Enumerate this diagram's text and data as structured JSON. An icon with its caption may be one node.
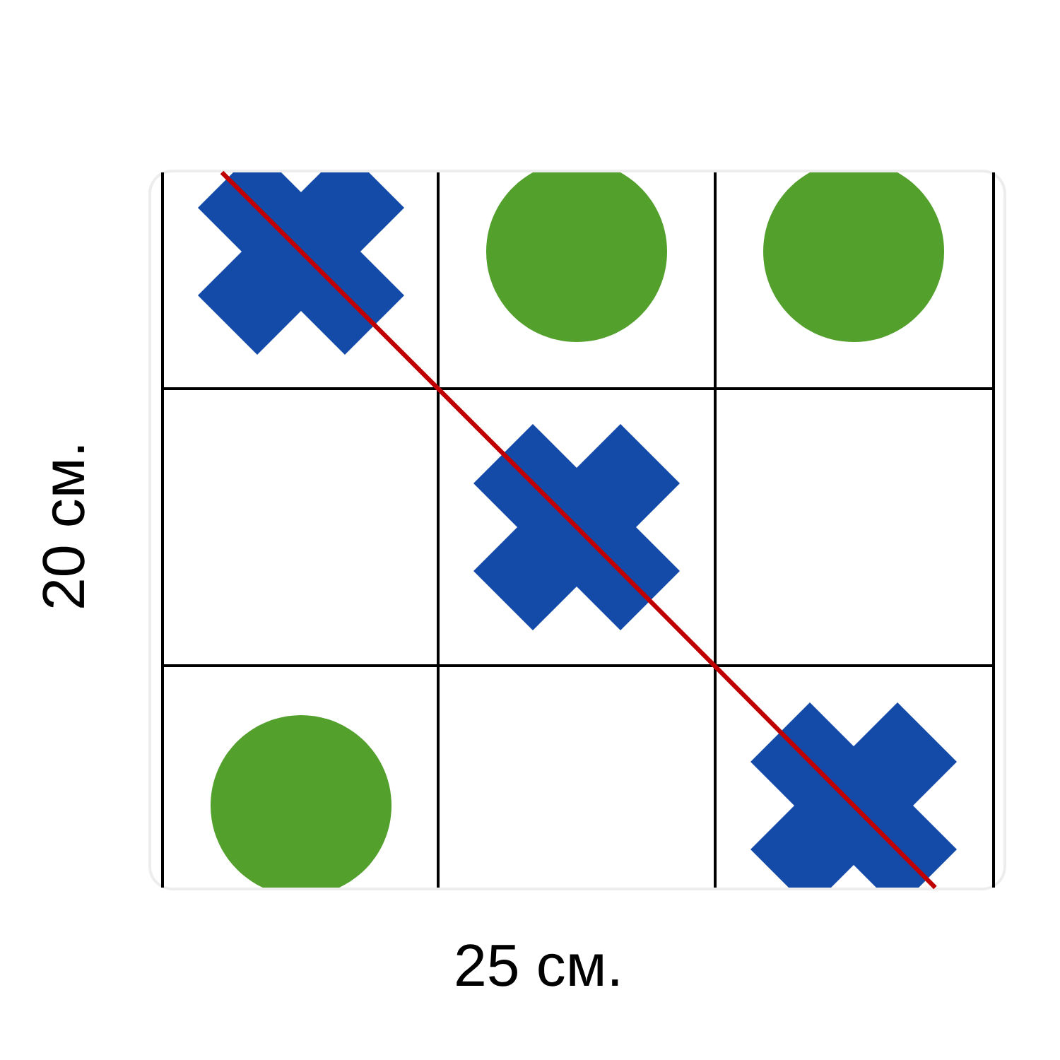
{
  "diagram": {
    "nodes": [
      {
        "text": [],
        "shape": "cross"
      },
      {
        "text": [],
        "shape": "circle"
      },
      {
        "text": [],
        "shape": "circle"
      },
      {
        "text": [],
        "shape": "cross"
      },
      {
        "text": [],
        "shape": "circle"
      },
      {
        "text": [],
        "shape": "cross"
      }
    ],
    "edges": [
      {
        "from": 0,
        "to": 3,
        "arrow": "none",
        "color": "#c00000"
      },
      {
        "from": 3,
        "to": 5,
        "arrow": "none",
        "color": "#c00000"
      }
    ],
    "labels": [
      "20 см.",
      "25 см."
    ]
  }
}
